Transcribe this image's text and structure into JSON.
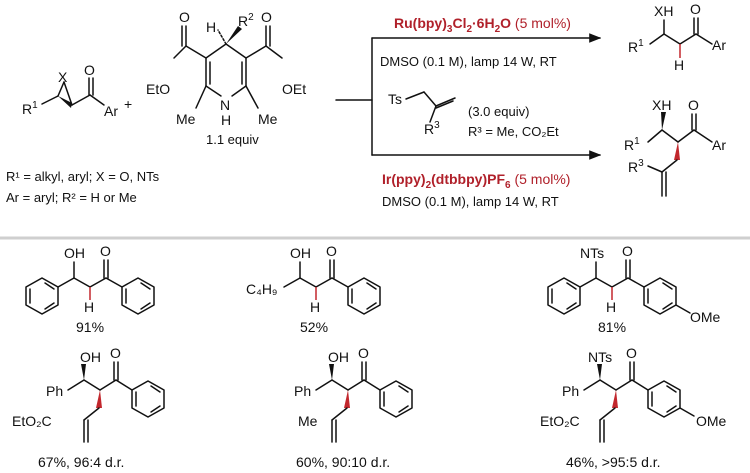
{
  "scheme": {
    "epoxide": {
      "X": "X",
      "R1": "R",
      "R1_sup": "1",
      "Ar": "Ar"
    },
    "plus": "+",
    "hantzsch": {
      "H": "H",
      "R2": "R",
      "R2_sup": "2",
      "ester_left": "EtO",
      "ester_right": "OEt",
      "O_left": "O",
      "O_right": "O",
      "Me_left": "Me",
      "Me_right": "Me",
      "NH_N": "N",
      "NH_H": "H",
      "equiv": "1.1 equiv"
    },
    "defs_line1": "R¹ = alkyl, aryl; X = O, NTs",
    "defs_line2": "Ar = aryl; R² = H or Me",
    "top_arrow": {
      "catalyst_a": "Ru(bpy)",
      "catalyst_sub1": "3",
      "catalyst_b": "Cl",
      "catalyst_sub2": "2",
      "catalyst_c": "·6H",
      "catalyst_sub3": "2",
      "catalyst_d": "O",
      "loading": " (5 mol%)",
      "conditions": "DMSO (0.1 M), lamp 14 W, RT"
    },
    "allyl": {
      "Ts": "Ts",
      "R3": "R",
      "R3_sup": "3",
      "equiv": "(3.0 equiv)",
      "R3_def": "R³ = Me, CO₂Et"
    },
    "bottom_arrow": {
      "catalyst_a": "Ir(ppy)",
      "catalyst_sub1": "2",
      "catalyst_b": "(dtbbpy)PF",
      "catalyst_sub2": "6",
      "loading": " (5 mol%)",
      "conditions": "DMSO (0.1 M), lamp 14 W, RT"
    },
    "product_top": {
      "XH": "XH",
      "O": "O",
      "R1": "R",
      "R1_sup": "1",
      "Ar": "Ar",
      "H": "H"
    },
    "product_bottom": {
      "XH": "XH",
      "O": "O",
      "R1": "R",
      "R1_sup": "1",
      "Ar": "Ar",
      "R3": "R",
      "R3_sup": "3"
    }
  },
  "examples": [
    {
      "top_group": "OH",
      "alkyl": "",
      "H": "H",
      "O": "O",
      "sub": "",
      "yield": "91%"
    },
    {
      "top_group": "OH",
      "alkyl": "C₄H₉",
      "H": "H",
      "O": "O",
      "sub": "",
      "yield": "52%"
    },
    {
      "top_group": "NTs",
      "alkyl": "",
      "H": "H",
      "O": "O",
      "sub": "OMe",
      "yield": "81%"
    },
    {
      "top_group": "OH",
      "alkyl": "Ph",
      "allyl": "EtO₂C",
      "O": "O",
      "sub": "",
      "yield": "67%, 96:4 d.r."
    },
    {
      "top_group": "OH",
      "alkyl": "Ph",
      "allyl": "Me",
      "O": "O",
      "sub": "",
      "yield": "60%, 90:10 d.r."
    },
    {
      "top_group": "NTs",
      "alkyl": "Ph",
      "allyl": "EtO₂C",
      "O": "O",
      "sub": "OMe",
      "yield": "46%, >95:5 d.r."
    }
  ]
}
